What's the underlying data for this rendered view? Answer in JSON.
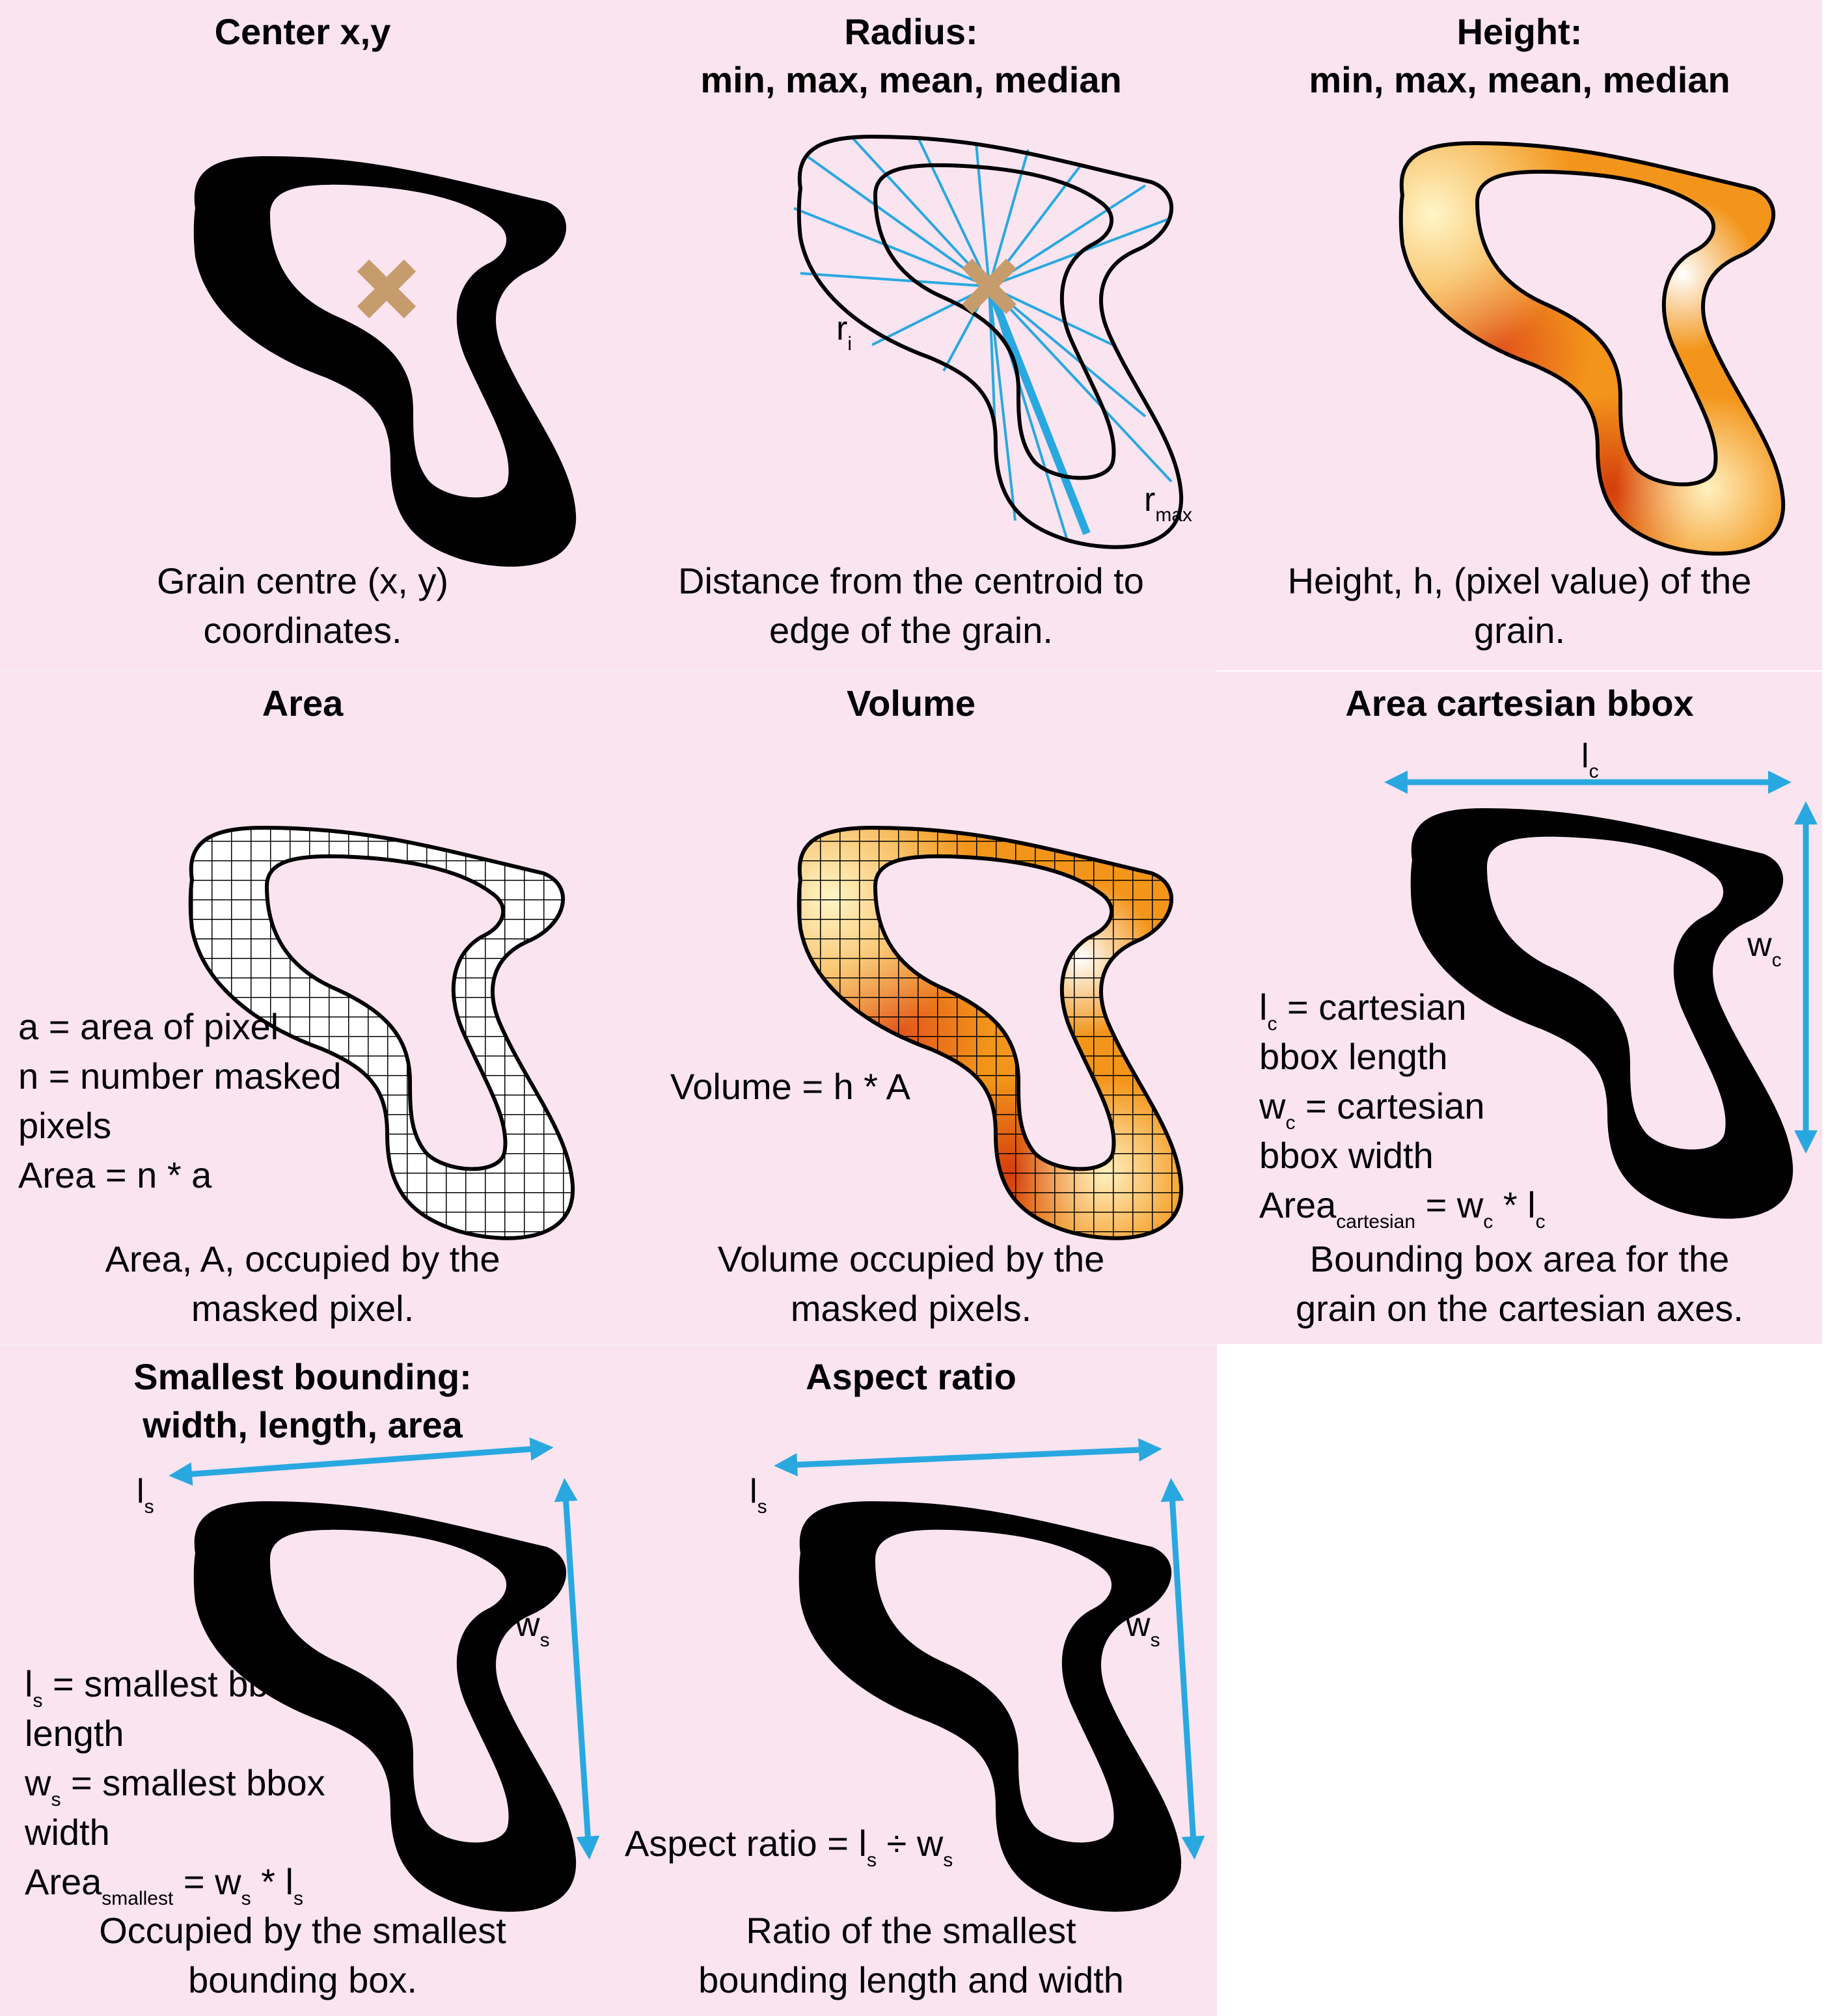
{
  "colors": {
    "panel_bg": "#fae4f0",
    "grain": "#000000",
    "centroid_cross": "#c69c6d",
    "radius_lines": "#29a8e0",
    "arrows": "#29a8e0",
    "height_light": "#fff6c8",
    "height_mid": "#f3951a",
    "height_dark": "#d43d0c"
  },
  "panels": {
    "center": {
      "title": "Center x,y",
      "desc": "Grain centre (x, y)\ncoordinates.",
      "icon": "centroid-cross"
    },
    "radius": {
      "title": "Radius:\nmin, max, mean, median",
      "desc": "Distance from the centroid to\nedge of the grain.",
      "r_i": {
        "main": "r",
        "sub": "i"
      },
      "r_max": {
        "main": "r",
        "sub": "max"
      }
    },
    "height": {
      "title": "Height:\nmin, max, mean, median",
      "desc": "Height, h, (pixel value) of the\ngrain."
    },
    "area": {
      "title": "Area",
      "desc": "Area, A, occupied by the\nmasked pixel.",
      "notes": [
        "a = area of pixel",
        "n = number masked",
        "pixels",
        "Area = n * a"
      ]
    },
    "volume": {
      "title": "Volume",
      "desc": "Volume occupied by the\nmasked pixels.",
      "formula": "Volume = h * A"
    },
    "cartesian": {
      "title": "Area cartesian bbox",
      "desc": "Bounding box area for the\ngrain on the cartesian axes.",
      "length_label": {
        "main": "l",
        "sub": "c"
      },
      "width_label": {
        "main": "w",
        "sub": "c"
      },
      "line1": {
        "var": "l",
        "sub": "c",
        "text": " = cartesian"
      },
      "line2": "bbox length",
      "line3": {
        "var": "w",
        "sub": "c",
        "text": " = cartesian"
      },
      "line4": "bbox width",
      "line5": {
        "pre": "Area",
        "pre_sub": "cartesian",
        "mid": " = w",
        "mid_sub": "c",
        "post": " * l",
        "post_sub": "c"
      }
    },
    "smallest": {
      "title": "Smallest bounding:\nwidth, length, area",
      "desc": "Occupied by the smallest\nbounding box.",
      "length_label": {
        "main": "l",
        "sub": "s"
      },
      "width_label": {
        "main": "w",
        "sub": "s"
      },
      "line1": {
        "var": "l",
        "sub": "s",
        "text": " = smallest bbox"
      },
      "line2": "length",
      "line3": {
        "var": "w",
        "sub": "s",
        "text": " = smallest bbox"
      },
      "line4": "width",
      "line5": {
        "pre": "Area",
        "pre_sub": "smallest",
        "mid": " = w",
        "mid_sub": "s",
        "post": " * l",
        "post_sub": "s"
      }
    },
    "aspect": {
      "title": "Aspect ratio",
      "desc": "Ratio of the smallest\nbounding length and width",
      "length_label": {
        "main": "l",
        "sub": "s"
      },
      "width_label": {
        "main": "w",
        "sub": "s"
      },
      "formula": {
        "pre": "Aspect ratio = l",
        "pre_sub": "s",
        "mid": " ÷ w",
        "mid_sub": "s"
      }
    }
  }
}
